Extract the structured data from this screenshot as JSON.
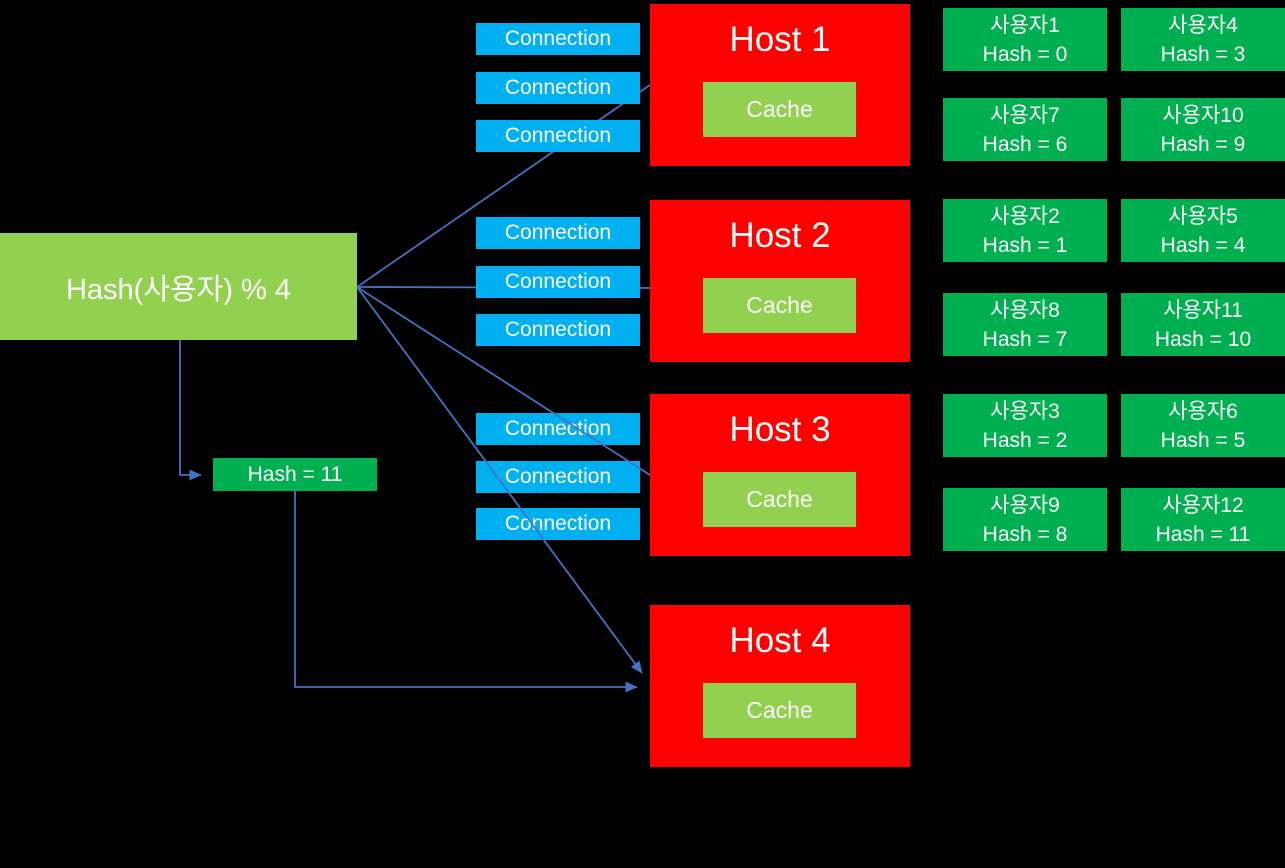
{
  "diagram": {
    "hash_function": {
      "label": "Hash(사용자) % 4"
    },
    "hash_result": {
      "label": "Hash = 11"
    },
    "connection_label": "Connection",
    "cache_label": "Cache",
    "hosts": [
      {
        "title": "Host 1"
      },
      {
        "title": "Host 2"
      },
      {
        "title": "Host 3"
      },
      {
        "title": "Host 4"
      }
    ],
    "users": [
      {
        "name": "사용자1",
        "hash": "Hash = 0"
      },
      {
        "name": "사용자4",
        "hash": "Hash = 3"
      },
      {
        "name": "사용자7",
        "hash": "Hash = 6"
      },
      {
        "name": "사용자10",
        "hash": "Hash = 9"
      },
      {
        "name": "사용자2",
        "hash": "Hash = 1"
      },
      {
        "name": "사용자5",
        "hash": "Hash = 4"
      },
      {
        "name": "사용자8",
        "hash": "Hash = 7"
      },
      {
        "name": "사용자11",
        "hash": "Hash = 10"
      },
      {
        "name": "사용자3",
        "hash": "Hash = 2"
      },
      {
        "name": "사용자6",
        "hash": "Hash = 5"
      },
      {
        "name": "사용자9",
        "hash": "Hash = 8"
      },
      {
        "name": "사용자12",
        "hash": "Hash = 11"
      }
    ],
    "colors": {
      "background": "#000000",
      "hash_function_green": "#92D050",
      "user_green": "#00B050",
      "connection_blue": "#00B0F0",
      "host_red": "#FF0000",
      "connector_blue": "#4472C4",
      "text": "#FFFFFF"
    }
  }
}
